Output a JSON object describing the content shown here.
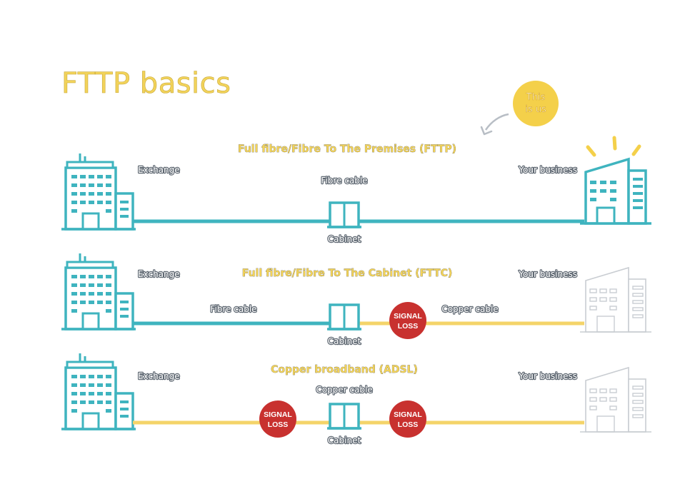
{
  "title": "FTTP basics",
  "badge": {
    "line1": "This",
    "line2": "is us"
  },
  "rows": [
    {
      "heading": "Full fibre/Fibre To The Premises (FTTP)",
      "left_label": "Exchange",
      "right_label": "Your business",
      "cabinet_label": "Cabinet",
      "cable_left_label": "Fibre cable",
      "cable_right_label": "",
      "signal_loss": []
    },
    {
      "heading": "Full fibre/Fibre To The Cabinet (FTTC)",
      "left_label": "Exchange",
      "right_label": "Your business",
      "cabinet_label": "Cabinet",
      "cable_left_label": "Fibre cable",
      "cable_right_label": "Copper cable",
      "signal_loss": [
        {
          "line1": "SIGNAL",
          "line2": "LOSS"
        }
      ]
    },
    {
      "heading": "Copper broadband (ADSL)",
      "left_label": "Exchange",
      "right_label": "Your business",
      "cabinet_label": "Cabinet",
      "cable_left_label": "Copper cable",
      "cable_right_label": "",
      "signal_loss": [
        {
          "line1": "SIGNAL",
          "line2": "LOSS"
        },
        {
          "line1": "SIGNAL",
          "line2": "LOSS"
        }
      ]
    }
  ],
  "colors": {
    "fibre": "#3fb4bf",
    "copper": "#f4d469",
    "loss": "#c8312f",
    "title": "#f2d35a",
    "badge": "#f4d04a"
  }
}
